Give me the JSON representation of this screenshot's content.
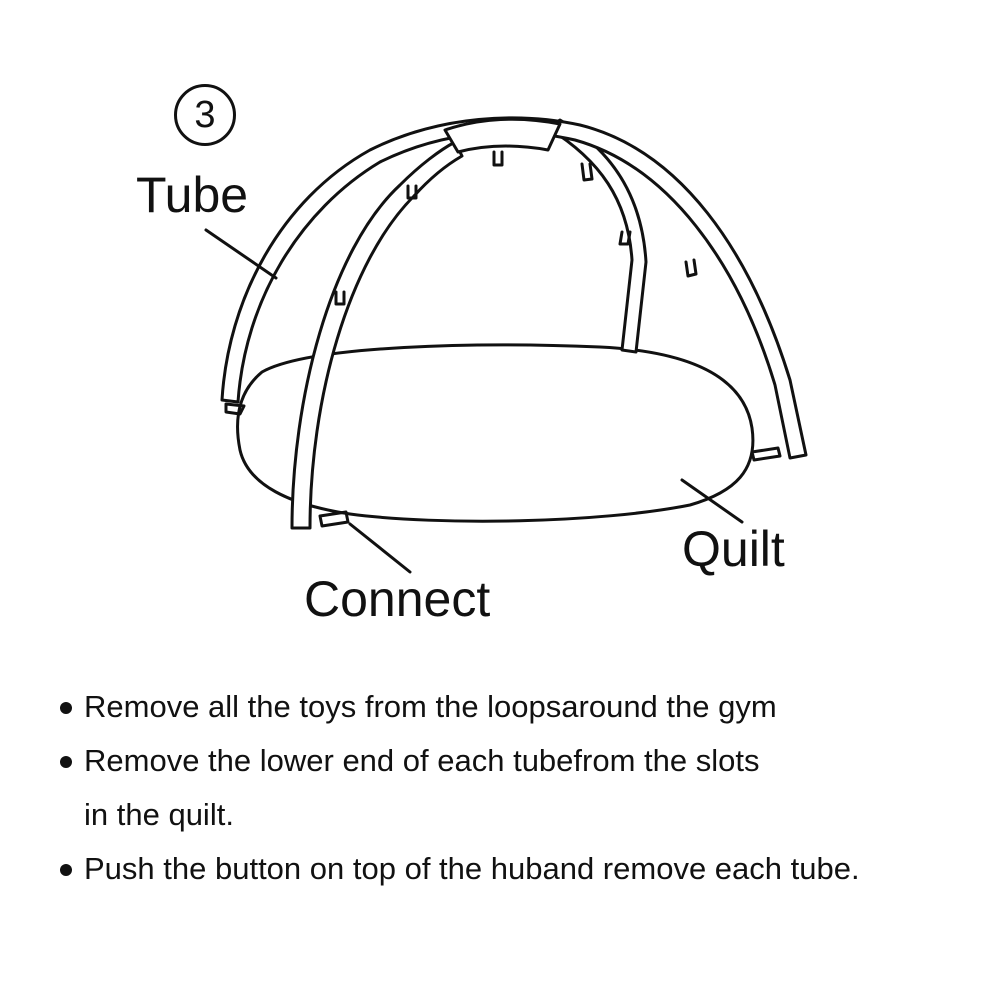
{
  "diagram": {
    "step_number": "3",
    "labels": {
      "tube": "Tube",
      "quilt": "Quilt",
      "connect": "Connect"
    }
  },
  "instructions": [
    {
      "lines": [
        "Remove all the toys from the loopsaround the gym"
      ]
    },
    {
      "lines": [
        "Remove the lower end of each tubefrom the slots",
        "in the quilt."
      ]
    },
    {
      "lines": [
        "Push the button on top of the huband remove each tube."
      ]
    }
  ]
}
